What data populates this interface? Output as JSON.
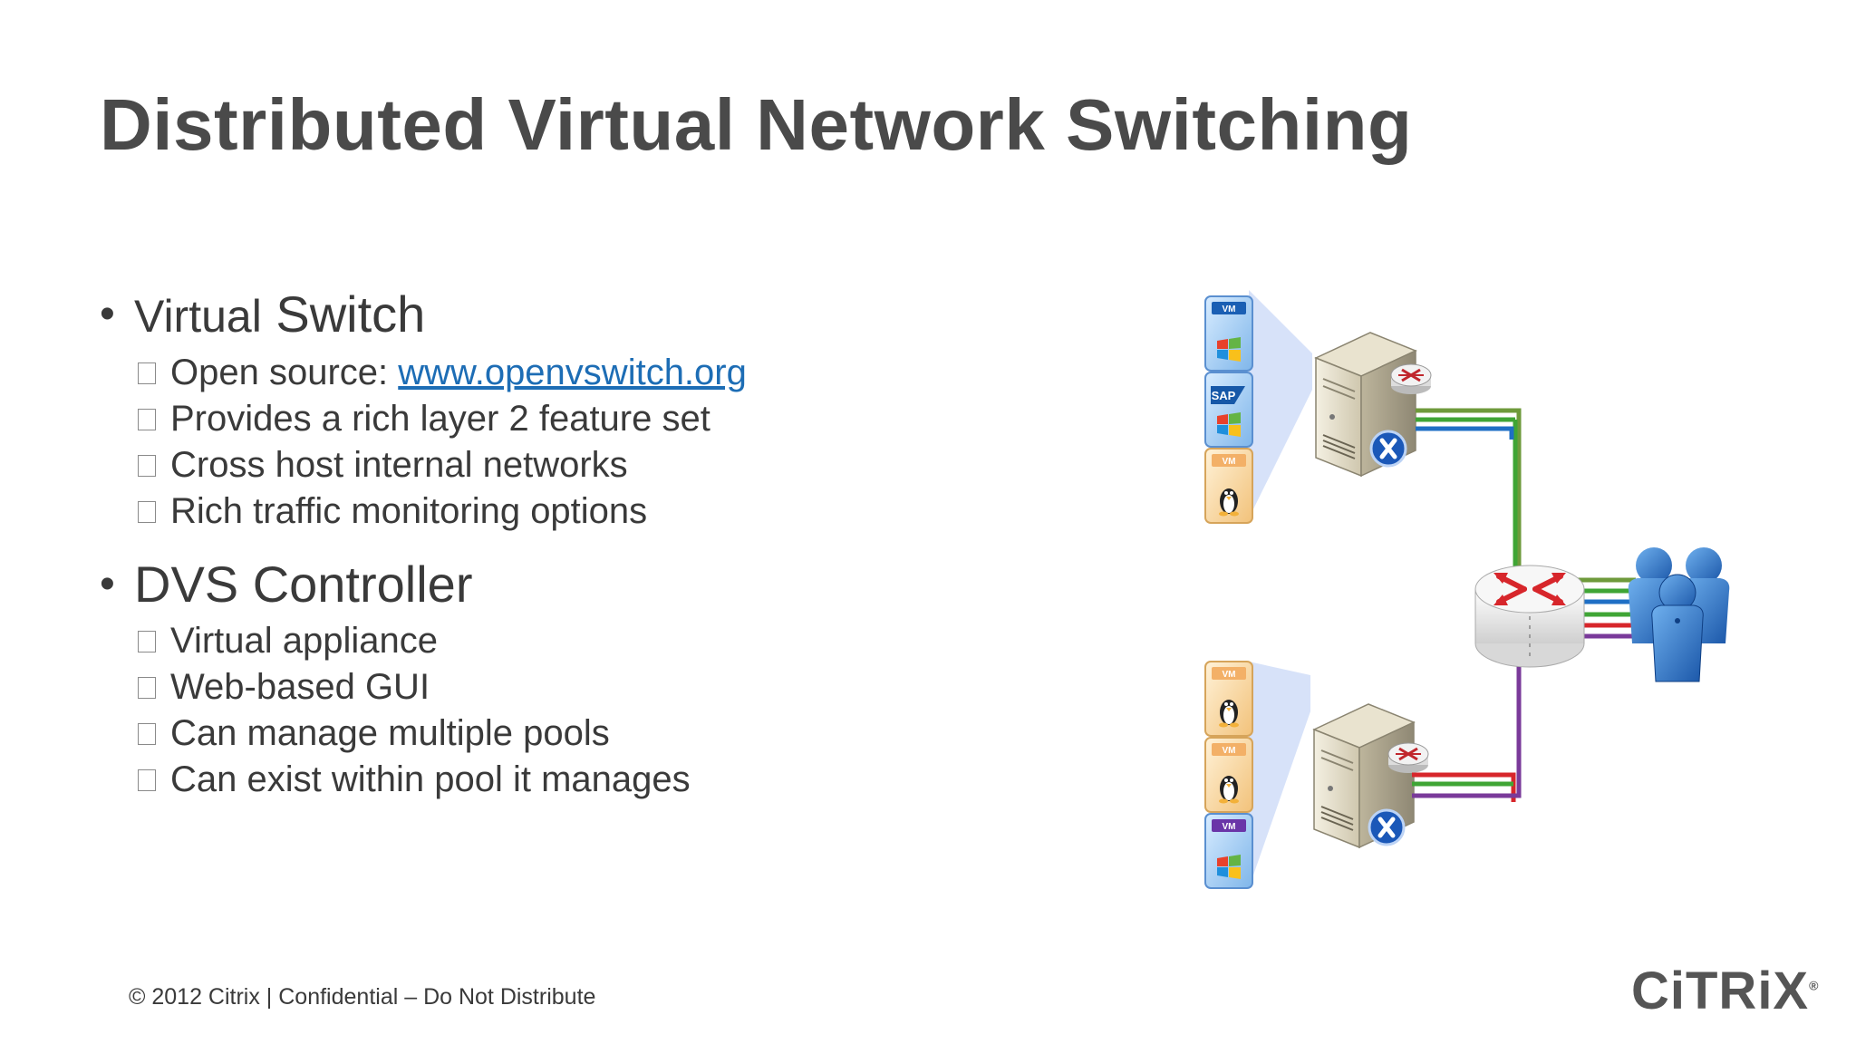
{
  "slide": {
    "title": "Distributed Virtual Network Switching",
    "sections": [
      {
        "heading_prefix": "Virtual",
        "heading_main": "Switch",
        "items": [
          {
            "text": "Open source: ",
            "link": "www.openvswitch.org"
          },
          {
            "text": "Provides a rich layer 2 feature set"
          },
          {
            "text": "Cross host internal networks"
          },
          {
            "text": "Rich traffic monitoring options"
          }
        ]
      },
      {
        "heading": "DVS Controller",
        "items": [
          {
            "text": "Virtual appliance"
          },
          {
            "text": "Web-based GUI"
          },
          {
            "text": "Can manage multiple pools"
          },
          {
            "text": "Can exist within pool it manages"
          }
        ]
      }
    ],
    "footer": "© 2012 Citrix | Confidential – Do Not Distribute",
    "logo": "CiTRiX",
    "logo_mark": "®"
  },
  "diagram": {
    "vm_label": "VM",
    "sap_label": "SAP",
    "colors": {
      "green": "#3fa535",
      "blue": "#1f6fc5",
      "red": "#d7262b",
      "purple": "#7a3a9a",
      "olive": "#6e9a3b",
      "vm_blue": "#1a5fb4",
      "vm_orange": "#f0a050",
      "vm_purple": "#6a35a8"
    }
  }
}
